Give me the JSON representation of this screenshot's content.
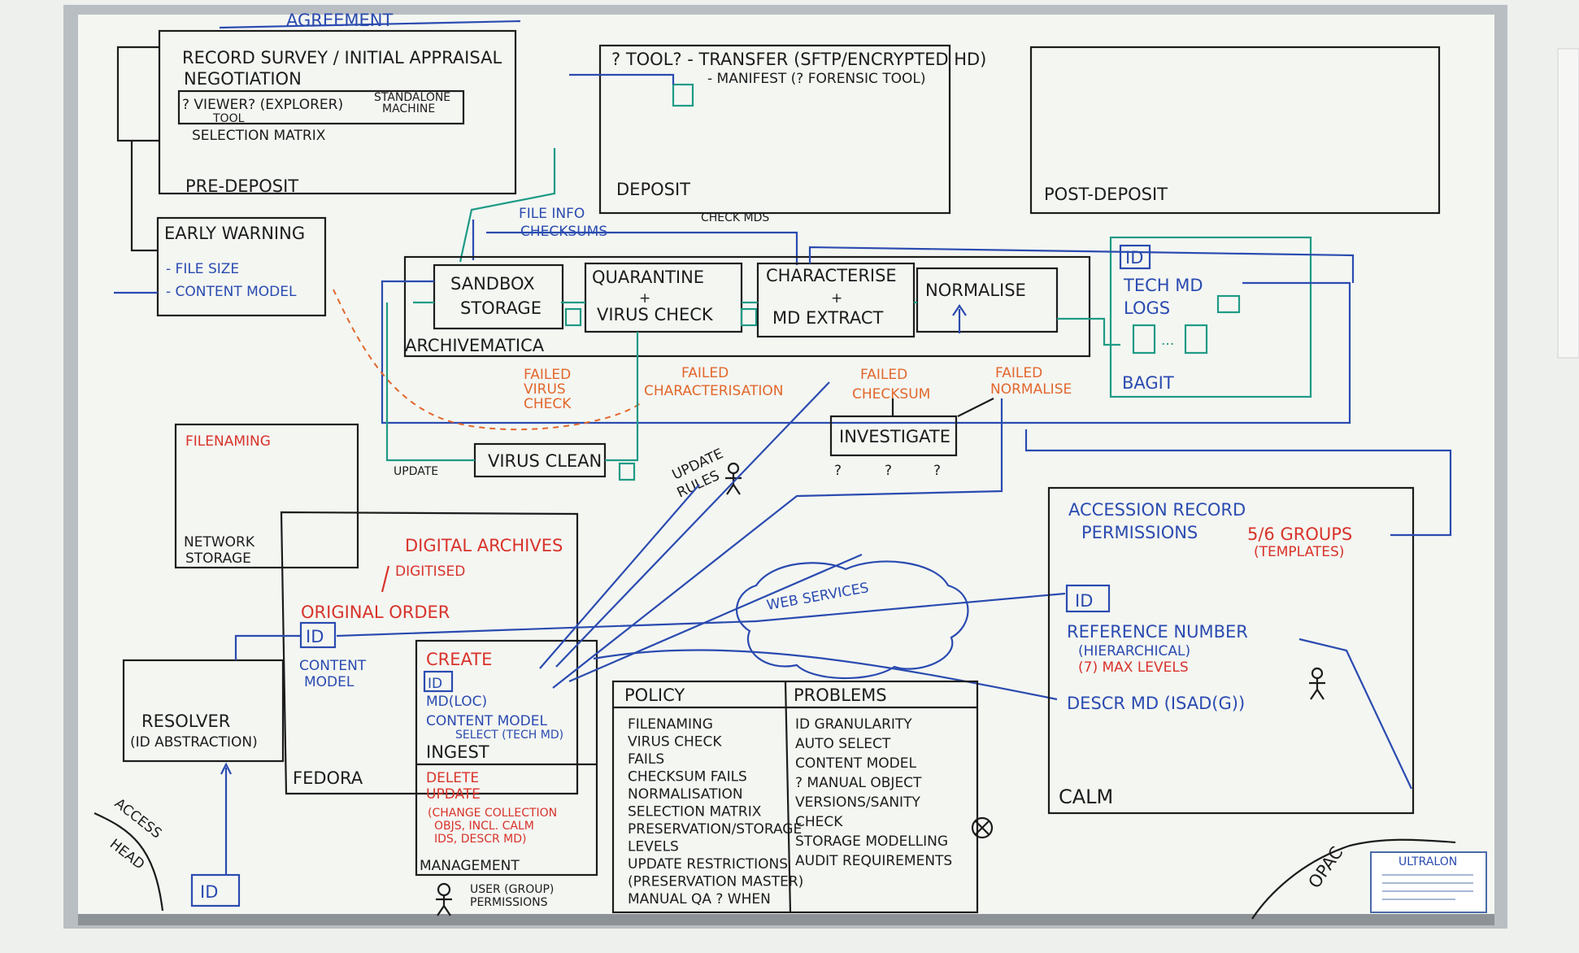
{
  "colors": {
    "black_marker": "#1c1c1c",
    "blue_marker": "#2a4bb0",
    "red_marker": "#d8332a",
    "orange_marker": "#e2672c",
    "green_marker": "#1e9b86",
    "board": "#f4f6f2",
    "frame": "#a9aeb3"
  },
  "top": {
    "agreement": "AGREEMENT"
  },
  "predeposit": {
    "record_survey": "RECORD SURVEY / INITIAL APPRAISAL",
    "negotiation": "NEGOTIATION",
    "viewer": "? VIEWER? (EXPLORER)",
    "tool": "TOOL",
    "standalone": "STANDALONE",
    "machine": "MACHINE",
    "selection_matrix": "SELECTION MATRIX",
    "title": "PRE-DEPOSIT"
  },
  "deposit": {
    "tool_line": "? TOOL? - TRANSFER (SFTP/ENCRYPTED HD)",
    "manifest": "- MANIFEST (? FORENSIC TOOL)",
    "title": "DEPOSIT"
  },
  "postdeposit": {
    "title": "POST-DEPOSIT"
  },
  "early_warning": {
    "title": "EARLY WARNING",
    "file_size": "- FILE SIZE",
    "content_model": "- CONTENT MODEL"
  },
  "flow": {
    "file_info": "FILE INFO",
    "checksums": "CHECKSUMS",
    "check_mds": "CHECK MDS"
  },
  "archivematica": {
    "label": "ARCHIVEMATICA",
    "sandbox": "SANDBOX",
    "storage": "STORAGE",
    "quarantine": "QUARANTINE",
    "plus1": "+",
    "virus_check": "VIRUS CHECK",
    "characterise": "CHARACTERISE",
    "plus2": "+",
    "md_extract": "MD EXTRACT",
    "normalise": "NORMALISE"
  },
  "bagit": {
    "id": "ID",
    "tech_md": "TECH MD",
    "logs": "LOGS",
    "dots": "...",
    "label": "BAGIT"
  },
  "failures": {
    "failed": "FAILED",
    "virus": "VIRUS",
    "check": "CHECK",
    "characterisation": "CHARACTERISATION",
    "checksum": "CHECKSUM",
    "normalise": "NORMALISE"
  },
  "investigate": {
    "label": "INVESTIGATE",
    "q1": "?",
    "q2": "?",
    "q3": "?"
  },
  "virus_clean": {
    "label": "VIRUS CLEAN",
    "update": "UPDATE"
  },
  "update_rules": {
    "update": "UPDATE",
    "rules": "RULES"
  },
  "filenaming": {
    "title": "FILENAMING",
    "network": "NETWORK",
    "storage": "STORAGE"
  },
  "fedora": {
    "digital_archives": "DIGITAL ARCHIVES",
    "digitised": "DIGITISED",
    "original_order": "ORIGINAL ORDER",
    "id": "ID",
    "content": "CONTENT",
    "model": "MODEL",
    "title": "FEDORA"
  },
  "resolver": {
    "title": "RESOLVER",
    "subtitle": "(ID ABSTRACTION)"
  },
  "access_head": {
    "access": "ACCESS",
    "head": "HEAD",
    "id": "ID"
  },
  "create": {
    "create": "CREATE",
    "id": "ID",
    "mdloc": "MD(LOC)",
    "content_model": "CONTENT MODEL",
    "select": "SELECT (TECH MD)",
    "ingest": "INGEST",
    "delete": "DELETE",
    "update": "UPDATE",
    "change1": "(CHANGE COLLECTION",
    "change2": "OBJS, INCL. CALM",
    "change3": "IDS, DESCR MD)",
    "management": "MANAGEMENT",
    "user_group": "USER (GROUP)",
    "permissions": "PERMISSIONS"
  },
  "web_services": {
    "label": "WEB SERVICES"
  },
  "policy": {
    "title": "POLICY",
    "items": [
      "FILENAMING",
      "VIRUS CHECK",
      "FAILS",
      "CHECKSUM FAILS",
      "NORMALISATION",
      "SELECTION MATRIX",
      "PRESERVATION/STORAGE",
      "LEVELS",
      "UPDATE RESTRICTIONS",
      "(PRESERVATION MASTER)",
      "MANUAL QA ? WHEN"
    ]
  },
  "problems": {
    "title": "PROBLEMS",
    "items": [
      "ID GRANULARITY",
      "AUTO SELECT",
      "CONTENT MODEL",
      "? MANUAL OBJECT",
      "VERSIONS/SANITY",
      "CHECK",
      "STORAGE MODELLING",
      "AUDIT REQUIREMENTS"
    ]
  },
  "calm": {
    "accession": "ACCESSION RECORD",
    "permissions": "PERMISSIONS",
    "groups": "5/6 GROUPS",
    "templates": "(TEMPLATES)",
    "id": "ID",
    "reference": "REFERENCE NUMBER",
    "hierarchical": "(HIERARCHICAL)",
    "max_levels": "(7) MAX LEVELS",
    "descr": "DESCR MD (ISAD(G))",
    "title": "CALM",
    "opac": "OPAC"
  },
  "sticker": {
    "brand": "ULTRALON"
  }
}
